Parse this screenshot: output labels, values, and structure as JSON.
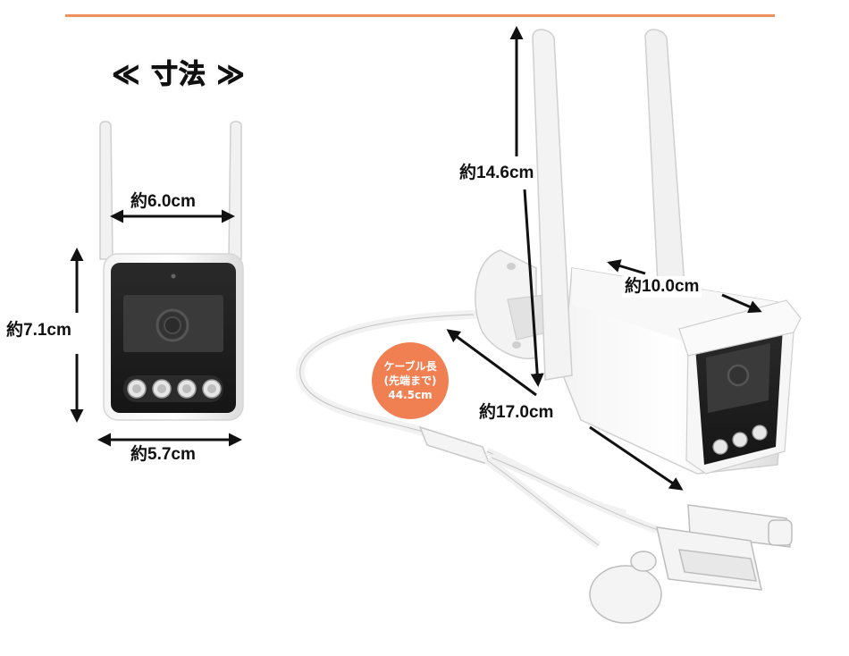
{
  "page": {
    "title": "≪ 寸法 ≫",
    "accent_color": "#f0905f"
  },
  "dimensions": {
    "front_width_top": "約6.0cm",
    "front_height": "約7.1cm",
    "front_width_bottom": "約5.7cm",
    "antenna_height": "約14.6cm",
    "body_width": "約10.0cm",
    "body_length": "約17.0cm"
  },
  "cable_badge": {
    "line1": "ケーブル長",
    "line2": "(先端まで)",
    "line3": "44.5cm",
    "color": "#f07f52"
  }
}
